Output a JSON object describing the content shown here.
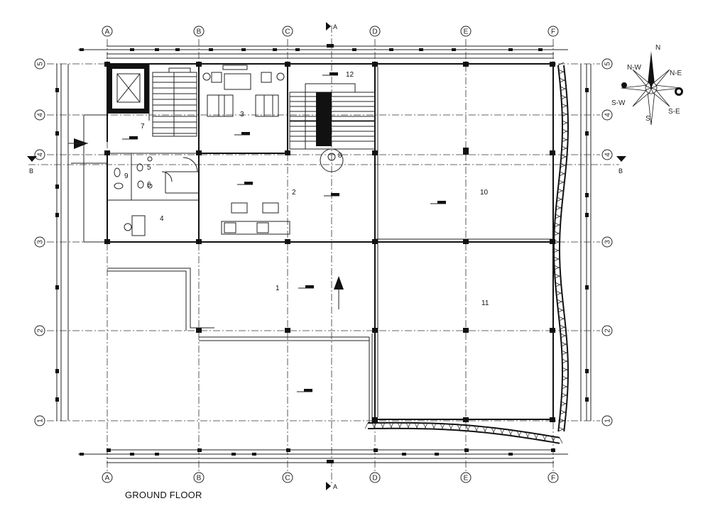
{
  "title": "GROUND FLOOR",
  "grid": {
    "columns": [
      "A",
      "B",
      "C",
      "D",
      "E",
      "F"
    ],
    "rows": [
      "5",
      "4",
      "4",
      "3",
      "2",
      "1"
    ]
  },
  "section_marks": {
    "left": "B",
    "right": "B",
    "top": "A",
    "bottom": "A"
  },
  "rooms": [
    "1",
    "2",
    "3",
    "4",
    "5",
    "6",
    "7",
    "8",
    "9",
    "10",
    "11",
    "12"
  ],
  "compass": {
    "labels": [
      "N",
      "N-W",
      "N-E",
      "S-W",
      "S-E",
      "S"
    ]
  }
}
